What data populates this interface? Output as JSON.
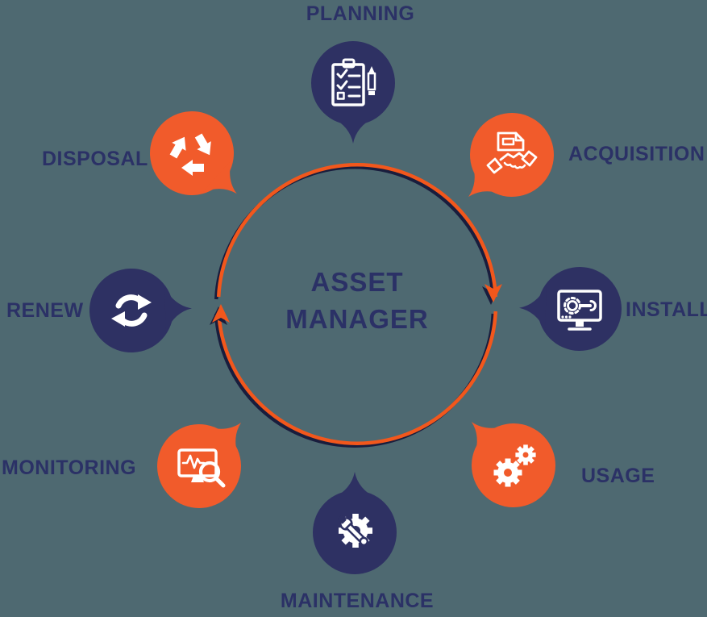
{
  "diagram_title": {
    "line1": "ASSET",
    "line2": "MANAGER"
  },
  "cycle": {
    "direction": "clockwise",
    "ring_color": "#f2571c",
    "ring_shadow_color": "#191d3d"
  },
  "stages": [
    {
      "label": "PLANNING",
      "position": "top",
      "color": "#2e3163",
      "icon": "clipboard-checklist-icon"
    },
    {
      "label": "ACQUISITION",
      "position": "top-right",
      "color": "#f15b2b",
      "icon": "handshake-document-icon"
    },
    {
      "label": "INSTALL",
      "position": "right",
      "color": "#2e3163",
      "icon": "monitor-gear-wrench-icon"
    },
    {
      "label": "USAGE",
      "position": "bottom-right",
      "color": "#f15b2b",
      "icon": "gears-icon"
    },
    {
      "label": "MAINTENANCE",
      "position": "bottom",
      "color": "#2e3163",
      "icon": "gear-wrench-icon"
    },
    {
      "label": "MONITORING",
      "position": "bottom-left",
      "color": "#f15b2b",
      "icon": "monitor-pulse-magnifier-icon"
    },
    {
      "label": "RENEW",
      "position": "left",
      "color": "#2e3163",
      "icon": "refresh-icon"
    },
    {
      "label": "DISPOSAL",
      "position": "top-left",
      "color": "#f15b2b",
      "icon": "recycle-icon"
    }
  ],
  "colors": {
    "navy": "#2e3163",
    "orange": "#f15b2b",
    "label_text": "#2b3166",
    "icon": "#ffffff",
    "background": "#4e6971"
  }
}
